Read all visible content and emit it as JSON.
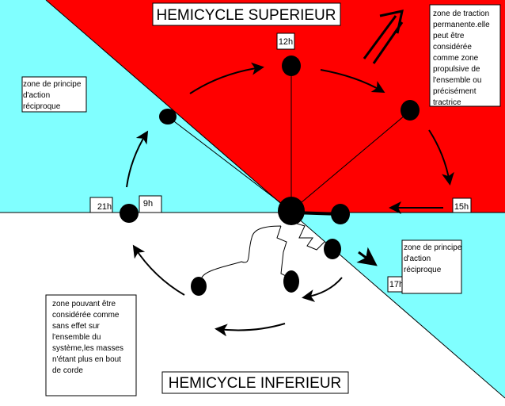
{
  "titles": {
    "upper": "HEMICYCLE  SUPERIEUR",
    "lower": "HEMICYCLE   INFERIEUR"
  },
  "hours": {
    "h12": "12h",
    "h15": "15h",
    "h17": "17h",
    "h21": "21h",
    "h9": "9h"
  },
  "notes": {
    "traction": [
      "zone de traction",
      "permanente.elle",
      "peut être",
      "considérée",
      "comme zone",
      "propulsive de",
      "l'ensemble ou",
      "précisément",
      "tractrice"
    ],
    "reciprocal_left": [
      "zone de principe",
      "d'action",
      "réciproque"
    ],
    "reciprocal_right": [
      "zone de principe",
      "d'action",
      "réciproque"
    ],
    "no_effect": [
      "zone pouvant être",
      "considérée comme",
      "sans effet sur",
      "l'ensemble du",
      "système,les masses",
      " n'étant plus en bout",
      "de corde"
    ]
  },
  "colors": {
    "upper_zone": "#ff0000",
    "reciprocal_zone": "#80ffff",
    "lower_zone": "#ffffff"
  }
}
